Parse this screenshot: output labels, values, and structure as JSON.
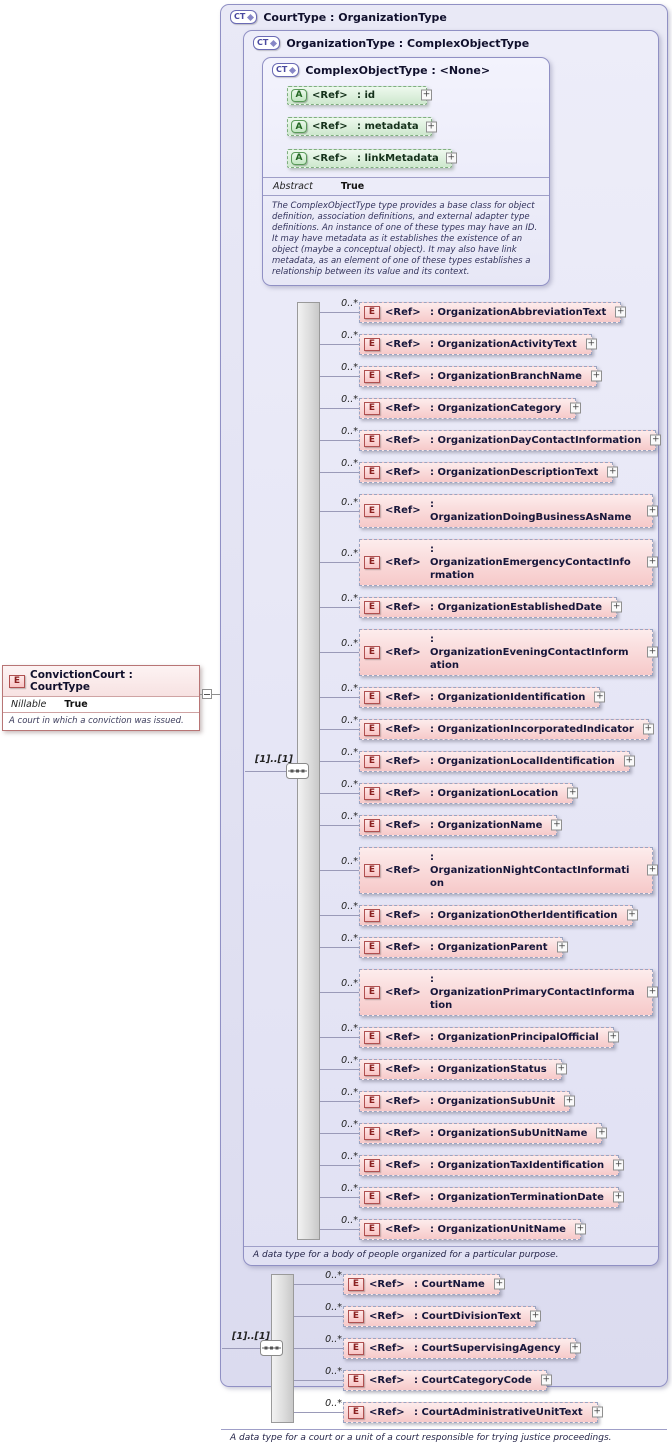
{
  "icons": {
    "complex_type": "CT",
    "element": "E",
    "attribute": "A",
    "expand": "+"
  },
  "left_element": {
    "title": "ConvictionCourt : CourtType",
    "nillable_label": "Nillable",
    "nillable_value": "True",
    "description": "A court in which a conviction was issued."
  },
  "court_type": {
    "title": "CourtType : OrganizationType",
    "seq_cardinality": "[1]..[1]",
    "footer": "A data type for a court or a unit of a court responsible for trying justice proceedings.",
    "elements": [
      {
        "card": "0..*",
        "ref": "<Ref>",
        "name": ": CourtName"
      },
      {
        "card": "0..*",
        "ref": "<Ref>",
        "name": ": CourtDivisionText"
      },
      {
        "card": "0..*",
        "ref": "<Ref>",
        "name": ": CourtSupervisingAgency"
      },
      {
        "card": "0..*",
        "ref": "<Ref>",
        "name": ": CourtCategoryCode"
      },
      {
        "card": "0..*",
        "ref": "<Ref>",
        "name": ": CourtAdministrativeUnitText"
      }
    ]
  },
  "organization_type": {
    "title": "OrganizationType : ComplexObjectType",
    "seq_cardinality": "[1]..[1]",
    "footer": "A data type for a body of people organized for a particular purpose.",
    "elements": [
      {
        "card": "0..*",
        "ref": "<Ref>",
        "name": ": OrganizationAbbreviationText"
      },
      {
        "card": "0..*",
        "ref": "<Ref>",
        "name": ": OrganizationActivityText"
      },
      {
        "card": "0..*",
        "ref": "<Ref>",
        "name": ": OrganizationBranchName"
      },
      {
        "card": "0..*",
        "ref": "<Ref>",
        "name": ": OrganizationCategory"
      },
      {
        "card": "0..*",
        "ref": "<Ref>",
        "name": ": OrganizationDayContactInformation"
      },
      {
        "card": "0..*",
        "ref": "<Ref>",
        "name": ": OrganizationDescriptionText"
      },
      {
        "card": "0..*",
        "ref": "<Ref>",
        "name": ": OrganizationDoingBusinessAsName",
        "wrap": true
      },
      {
        "card": "0..*",
        "ref": "<Ref>",
        "name": ": OrganizationEmergencyContactInformation",
        "wrap": true
      },
      {
        "card": "0..*",
        "ref": "<Ref>",
        "name": ": OrganizationEstablishedDate"
      },
      {
        "card": "0..*",
        "ref": "<Ref>",
        "name": ": OrganizationEveningContactInformation",
        "wrap": true
      },
      {
        "card": "0..*",
        "ref": "<Ref>",
        "name": ": OrganizationIdentification"
      },
      {
        "card": "0..*",
        "ref": "<Ref>",
        "name": ": OrganizationIncorporatedIndicator"
      },
      {
        "card": "0..*",
        "ref": "<Ref>",
        "name": ": OrganizationLocalIdentification"
      },
      {
        "card": "0..*",
        "ref": "<Ref>",
        "name": ": OrganizationLocation"
      },
      {
        "card": "0..*",
        "ref": "<Ref>",
        "name": ": OrganizationName"
      },
      {
        "card": "0..*",
        "ref": "<Ref>",
        "name": ": OrganizationNightContactInformation",
        "wrap": true
      },
      {
        "card": "0..*",
        "ref": "<Ref>",
        "name": ": OrganizationOtherIdentification"
      },
      {
        "card": "0..*",
        "ref": "<Ref>",
        "name": ": OrganizationParent"
      },
      {
        "card": "0..*",
        "ref": "<Ref>",
        "name": ": OrganizationPrimaryContactInformation",
        "wrap": true
      },
      {
        "card": "0..*",
        "ref": "<Ref>",
        "name": ": OrganizationPrincipalOfficial"
      },
      {
        "card": "0..*",
        "ref": "<Ref>",
        "name": ": OrganizationStatus"
      },
      {
        "card": "0..*",
        "ref": "<Ref>",
        "name": ": OrganizationSubUnit"
      },
      {
        "card": "0..*",
        "ref": "<Ref>",
        "name": ": OrganizationSubUnitName"
      },
      {
        "card": "0..*",
        "ref": "<Ref>",
        "name": ": OrganizationTaxIdentification"
      },
      {
        "card": "0..*",
        "ref": "<Ref>",
        "name": ": OrganizationTerminationDate"
      },
      {
        "card": "0..*",
        "ref": "<Ref>",
        "name": ": OrganizationUnitName"
      }
    ]
  },
  "complex_object_type": {
    "title": "ComplexObjectType : <None>",
    "abstract_label": "Abstract",
    "abstract_value": "True",
    "description": "The ComplexObjectType type provides a base class for object definition, association definitions, and external adapter type definitions. An instance of one of these types may have an ID. It may have metadata as it establishes the existence of an object (maybe a conceptual object). It may also have link metadata, as an element of one of these types establishes a relationship between its value and its context.",
    "attributes": [
      {
        "ref": "<Ref>",
        "name": ": id"
      },
      {
        "ref": "<Ref>",
        "name": ": metadata"
      },
      {
        "ref": "<Ref>",
        "name": ": linkMetadata"
      }
    ]
  }
}
